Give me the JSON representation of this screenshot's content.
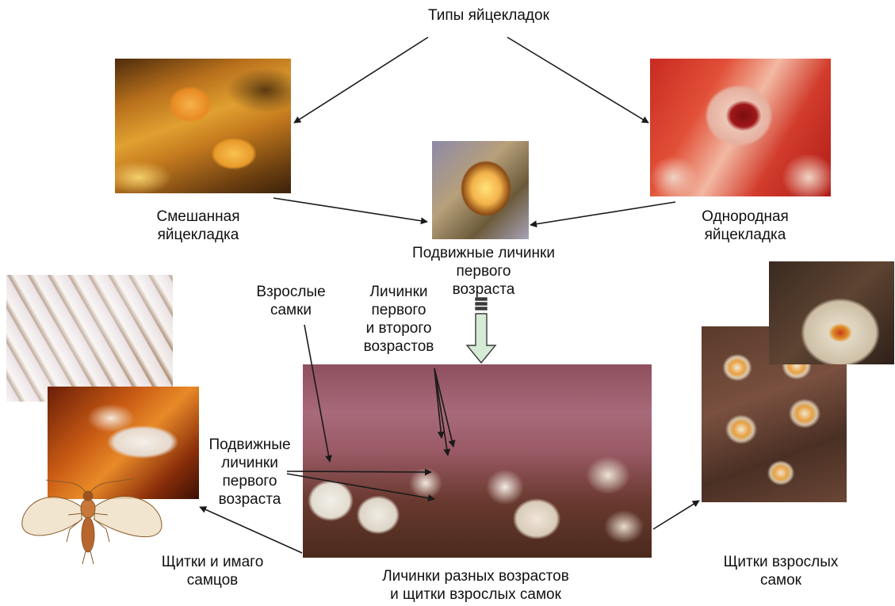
{
  "labels": {
    "title": "Типы яйцекладок",
    "mixed_1": "Смешанная",
    "mixed_2": "яйцекладка",
    "uniform_1": "Однородная",
    "uniform_2": "яйцекладка",
    "crawlers_top_1": "Подвижные личинки",
    "crawlers_top_2": "первого",
    "crawlers_top_3": "возраста",
    "adult_females_1": "Взрослые",
    "adult_females_2": "самки",
    "larvae_12_1": "Личинки",
    "larvae_12_2": "первого",
    "larvae_12_3": "и второго",
    "larvae_12_4": "возрастов",
    "crawlers_left_1": "Подвижные",
    "crawlers_left_2": "личинки",
    "crawlers_left_3": "первого",
    "crawlers_left_4": "возраста",
    "males_1": "Щитки и имаго",
    "males_2": "самцов",
    "main_1": "Личинки разных возрастов",
    "main_2": "и щитки взрослых самок",
    "females_1": "Щитки взрослых",
    "females_2": "самок"
  },
  "colors": {
    "arrow": "#1a1a1a",
    "hollow_arrow_fill": "#d6ead6",
    "hollow_arrow_stroke": "#3a3a3a"
  }
}
